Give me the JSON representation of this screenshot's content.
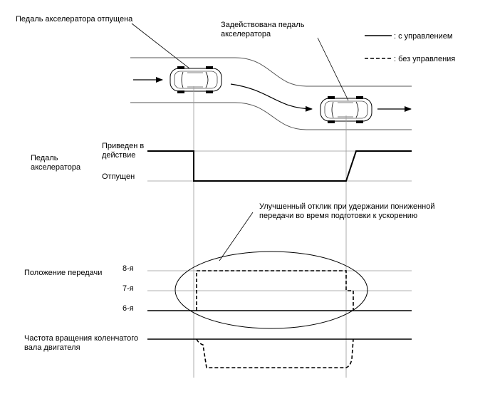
{
  "labels": {
    "pedal_released": "Педаль акселератора отпущена",
    "pedal_engaged_line1": "Задействована педаль",
    "pedal_engaged_line2": "акселератора",
    "legend_controlled": ": с управлением",
    "legend_uncontrolled": ": без управления",
    "pedal_axis_line1": "Педаль",
    "pedal_axis_line2": "акселератора",
    "pedal_on_line1": "Приведен в",
    "pedal_on_line2": "действие",
    "pedal_off": "Отпущен",
    "callout_line1": "Улучшенный отклик при удержании пониженной",
    "callout_line2": "передачи во время подготовки к ускорению",
    "gear_axis": "Положение передачи",
    "gear_8": "8-я",
    "gear_7": "7-я",
    "gear_6": "6-я",
    "rpm_line1": "Частота вращения коленчатого",
    "rpm_line2": "вала двигателя"
  },
  "colors": {
    "ink": "#000000",
    "guide": "#999999",
    "road": "#555555"
  }
}
